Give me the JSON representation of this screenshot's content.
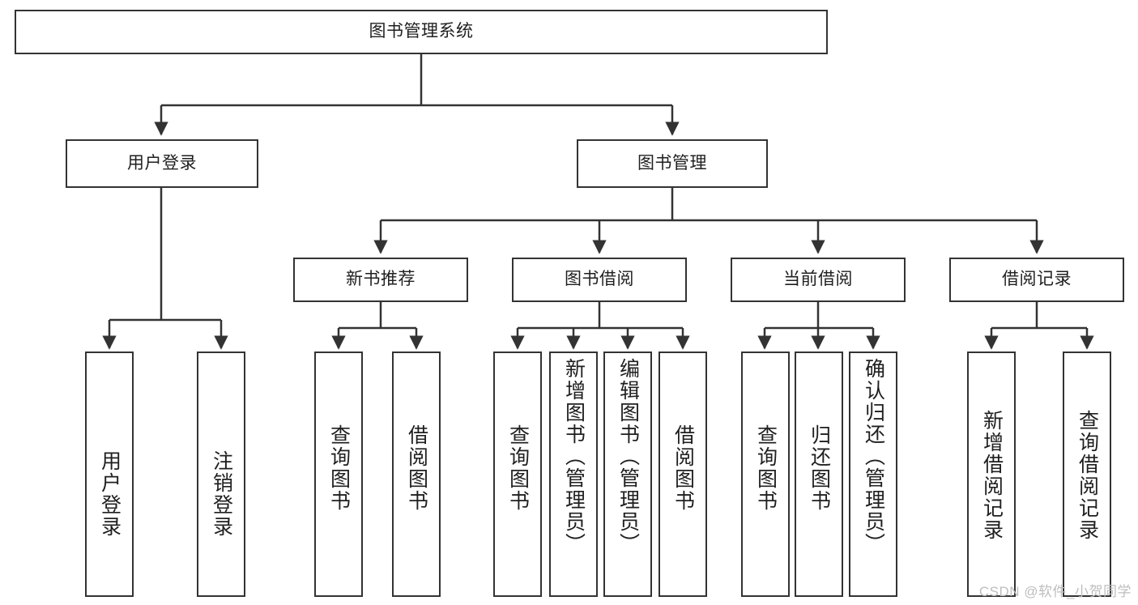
{
  "diagram": {
    "title": "图书管理系统",
    "root": {
      "label": "图书管理系统"
    },
    "level2": [
      {
        "label": "用户登录"
      },
      {
        "label": "图书管理"
      }
    ],
    "level3": [
      {
        "label": "新书推荐"
      },
      {
        "label": "图书借阅"
      },
      {
        "label": "当前借阅"
      },
      {
        "label": "借阅记录"
      }
    ],
    "leaves": {
      "user_login": [
        {
          "label": "用户登录"
        },
        {
          "label": "注销登录"
        }
      ],
      "new_book_recommend": [
        {
          "label": "查询图书"
        },
        {
          "label": "借阅图书"
        }
      ],
      "book_borrow": [
        {
          "label": "查询图书"
        },
        {
          "label": "新增图书（管理员）"
        },
        {
          "label": "编辑图书（管理员）"
        },
        {
          "label": "借阅图书"
        }
      ],
      "current_borrow": [
        {
          "label": "查询图书"
        },
        {
          "label": "归还图书"
        },
        {
          "label": "确认归还（管理员）"
        }
      ],
      "borrow_record": [
        {
          "label": "新增借阅记录"
        },
        {
          "label": "查询借阅记录"
        }
      ]
    }
  },
  "watermark": {
    "text": "CSDN @软件_小贺同学"
  },
  "colors": {
    "stroke": "#333333",
    "background": "#ffffff",
    "text": "#1f1f1f",
    "watermark": "#bdbdbd"
  }
}
